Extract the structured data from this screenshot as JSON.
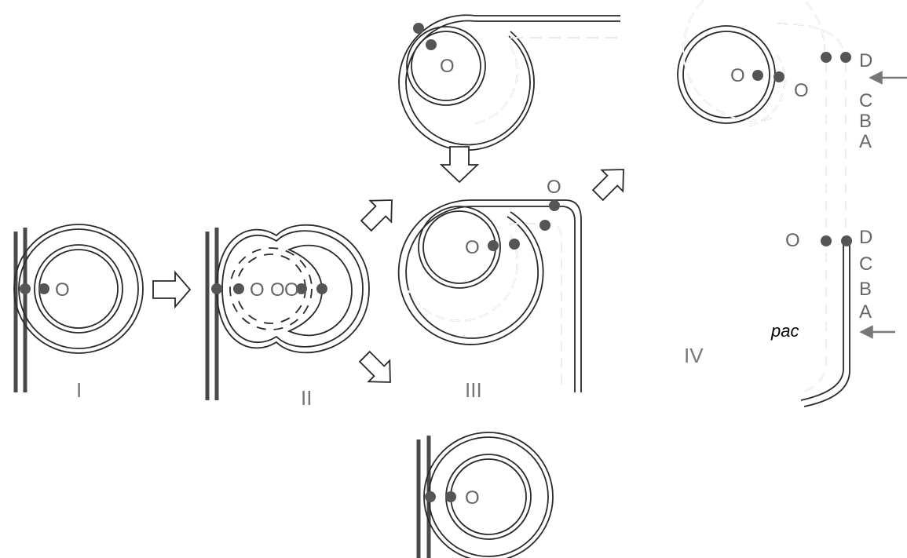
{
  "stage_labels": [
    "I",
    "II",
    "III",
    "IV"
  ],
  "origin_label": "O",
  "site_labels_top": [
    "D",
    "C",
    "B",
    "A"
  ],
  "site_labels_bottom": [
    "D",
    "C",
    "B",
    "A"
  ],
  "pac_label": "pac",
  "colors": {
    "line": "#2a2a2a",
    "dot": "#555555",
    "label": "#666666"
  }
}
